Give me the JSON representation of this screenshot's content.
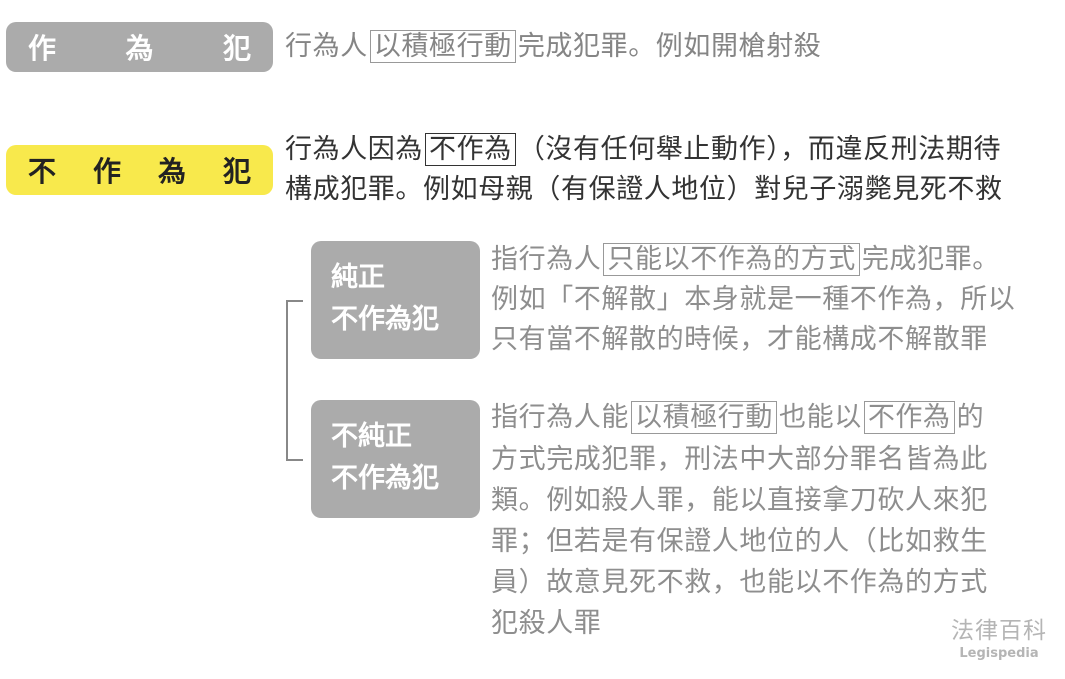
{
  "commission": {
    "label_chars": [
      "作",
      "為",
      "犯"
    ],
    "text": {
      "pre": "行為人",
      "boxed": "以積極行動",
      "post": "完成犯罪。例如開槍射殺"
    }
  },
  "omission": {
    "label_chars": [
      "不",
      "作",
      "為",
      "犯"
    ],
    "line1": {
      "pre": "行為人因為",
      "boxed": "不作為",
      "post": "（沒有任何舉止動作），而違反刑法期待"
    },
    "line2": "構成犯罪。例如母親（有保證人地位）對兒子溺斃見死不救"
  },
  "pure": {
    "label_lines": [
      "純正",
      "不作為犯"
    ],
    "line1": {
      "pre": "指行為人",
      "boxed": "只能以不作為的方式",
      "post": "完成犯罪。"
    },
    "line2": "例如「不解散」本身就是一種不作為，所以",
    "line3": "只有當不解散的時候，才能構成不解散罪"
  },
  "impure": {
    "label_lines": [
      "不純正",
      "不作為犯"
    ],
    "line1": {
      "pre": "指行為人能",
      "boxed1": "以積極行動",
      "mid": "也能以",
      "boxed2": "不作為",
      "post": "的"
    },
    "lines": [
      "方式完成犯罪，刑法中大部分罪名皆為此",
      "類。例如殺人罪，能以直接拿刀砍人來犯",
      "罪；但若是有保證人地位的人（比如救生",
      "員）故意見死不救，也能以不作為的方式",
      "犯殺人罪"
    ]
  },
  "logo": {
    "cn": "法律百科",
    "en": "Legispedia"
  }
}
